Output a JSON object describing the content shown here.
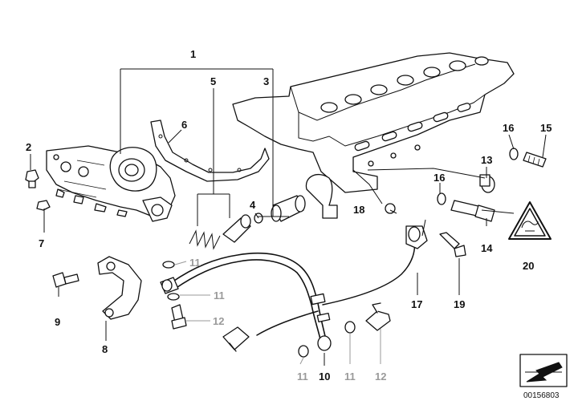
{
  "diagram": {
    "callouts": {
      "c1": "1",
      "c2": "2",
      "c3": "3",
      "c4": "4",
      "c5": "5",
      "c6": "6",
      "c7": "7",
      "c8": "8",
      "c9": "9",
      "c10": "10",
      "c11a": "11",
      "c11b": "11",
      "c11c": "11",
      "c11d": "11",
      "c12a": "12",
      "c12b": "12",
      "c13": "13",
      "c14": "14",
      "c15": "15",
      "c16a": "16",
      "c16b": "16",
      "c17": "17",
      "c18": "18",
      "c19": "19",
      "c20": "20"
    },
    "doc_number": "00156803"
  }
}
